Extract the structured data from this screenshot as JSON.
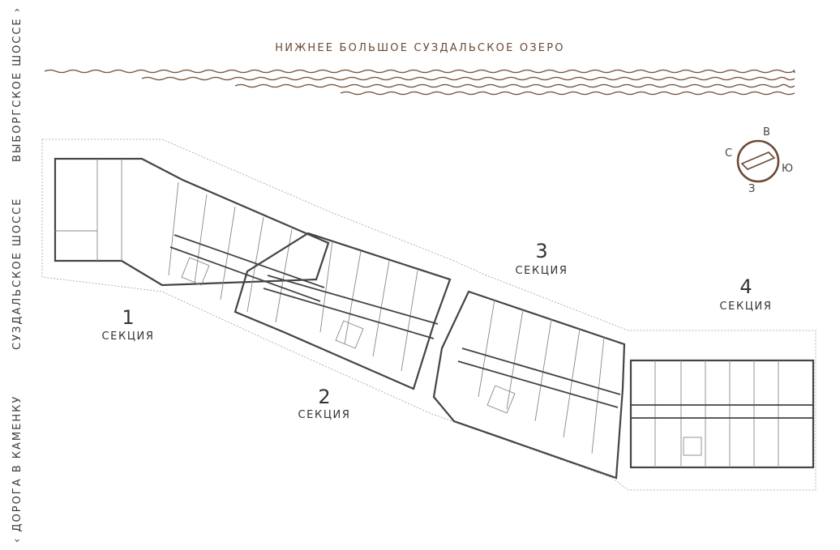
{
  "lake": {
    "title": "НИЖНЕЕ БОЛЬШОЕ СУЗДАЛЬСКОЕ ОЗЕРО",
    "color": "#7a5a45"
  },
  "roads": {
    "vyborgskoe": "ВЫБОРГСКОЕ ШОССЕ",
    "suzdalskoe": "СУЗДАЛЬСКОЕ ШОССЕ",
    "kamenka": "ДОРОГА В КАМЕНКУ"
  },
  "road_arrows": {
    "up": "›",
    "down": "‹"
  },
  "compass": {
    "north": "С",
    "east": "В",
    "south": "Ю",
    "west": "З",
    "color": "#6b4a35"
  },
  "sections": [
    {
      "number": "1",
      "label": "СЕКЦИЯ"
    },
    {
      "number": "2",
      "label": "СЕКЦИЯ"
    },
    {
      "number": "3",
      "label": "СЕКЦИЯ"
    },
    {
      "number": "4",
      "label": "СЕКЦИЯ"
    }
  ],
  "colors": {
    "wall": "#444444",
    "thin": "#888888",
    "dash": "#999999"
  }
}
